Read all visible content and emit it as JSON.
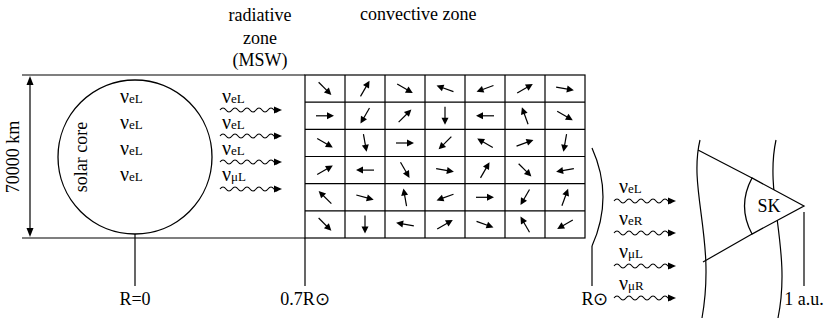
{
  "diagram": {
    "nodes": [
      {
        "text": [
          "solar core",
          "νeL",
          "νeL",
          "νeL",
          "νeL"
        ]
      },
      {
        "text": [
          "SK"
        ]
      }
    ],
    "labels": [
      "radiative zone (MSW)",
      "convective zone",
      "70000 km",
      "νeL",
      "νeL",
      "νeL",
      "νμL",
      "νeL",
      "νeR",
      "νμL",
      "νμR",
      "R=0",
      "0.7R⊙",
      "R⊙",
      "1 a.u."
    ]
  }
}
